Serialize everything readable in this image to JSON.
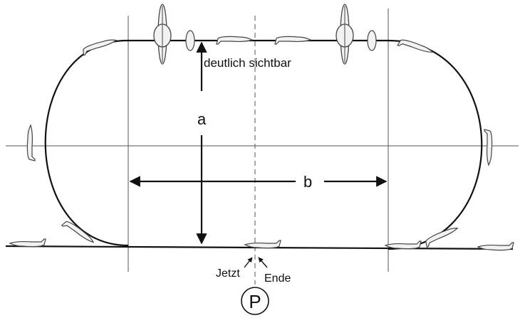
{
  "labels": {
    "visibility": "deutlich sichtbar",
    "distance_a": "a",
    "distance_b": "b",
    "now": "Jetzt",
    "end": "Ende",
    "reference_point": "P"
  },
  "icons": {
    "aircraft": "glider-silhouette-icon"
  },
  "colors": {
    "line": "#111111",
    "grid": "#555555",
    "aircraft_fill": "#f2f2f2",
    "aircraft_stroke": "#444444"
  }
}
